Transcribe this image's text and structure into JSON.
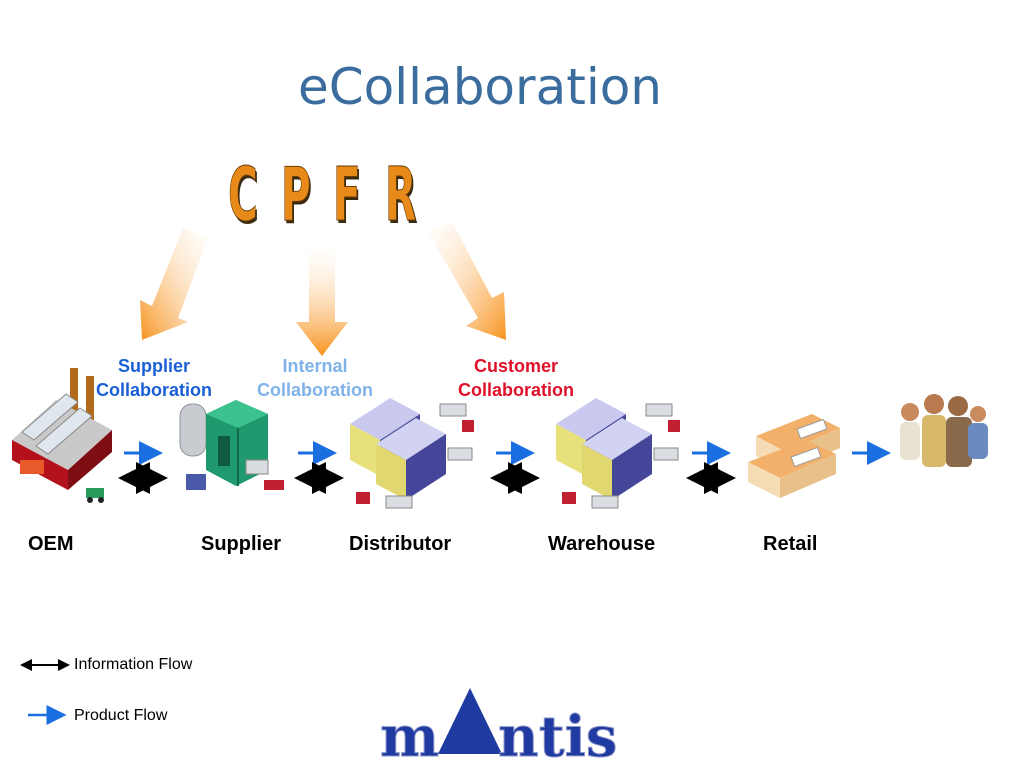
{
  "title": "eCollaboration",
  "cpfr": [
    "C",
    "P",
    "F",
    "R"
  ],
  "collaboration": {
    "supplier": [
      "Supplier",
      "Collaboration"
    ],
    "internal": [
      "Internal",
      "Collaboration"
    ],
    "customer": [
      "Customer",
      "Collaboration"
    ]
  },
  "stages": [
    "OEM",
    "Supplier",
    "Distributor",
    "Warehouse",
    "Retail"
  ],
  "legend": {
    "information": "Information Flow",
    "product": "Product Flow"
  },
  "logo": "mantis",
  "colors": {
    "title": "#3a6d9e",
    "supplier_collab": "#1a5fd6",
    "internal_collab": "#7fb2e8",
    "customer_collab": "#e0102a",
    "cpfr": "#e88a1a",
    "product_arrow": "#1a6ee0",
    "info_arrow": "#000000"
  }
}
